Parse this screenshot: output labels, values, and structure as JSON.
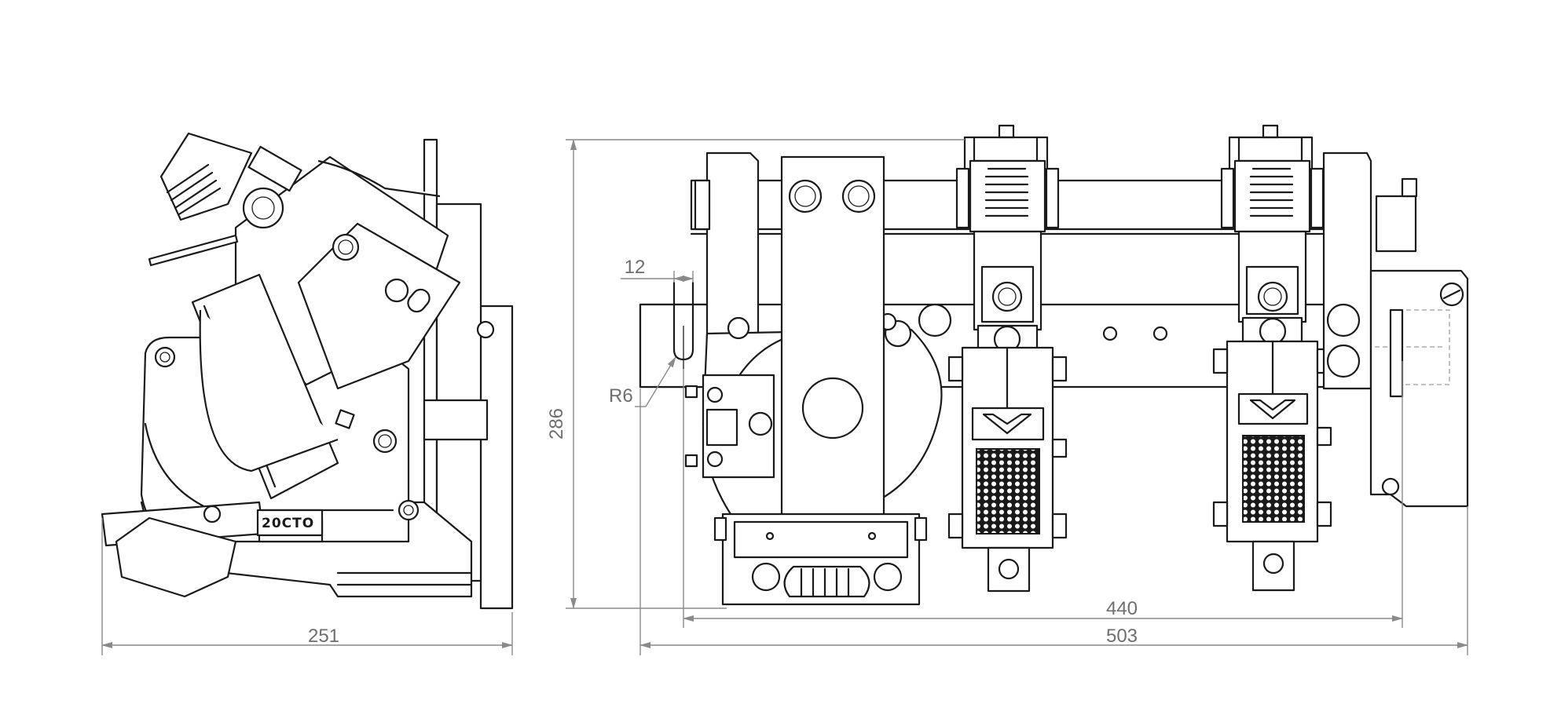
{
  "dimensions": {
    "side_view_width": "251",
    "front_height": "286",
    "front_slot_spacing": "440",
    "front_overall_width": "503",
    "slot_width": "12",
    "slot_radius": "R6"
  },
  "logo_text": "20CTO",
  "colors": {
    "line": "#1a1a1a",
    "dimension": "#8a8a8a",
    "dimension_text": "#6e6e6e",
    "background": "#ffffff"
  }
}
